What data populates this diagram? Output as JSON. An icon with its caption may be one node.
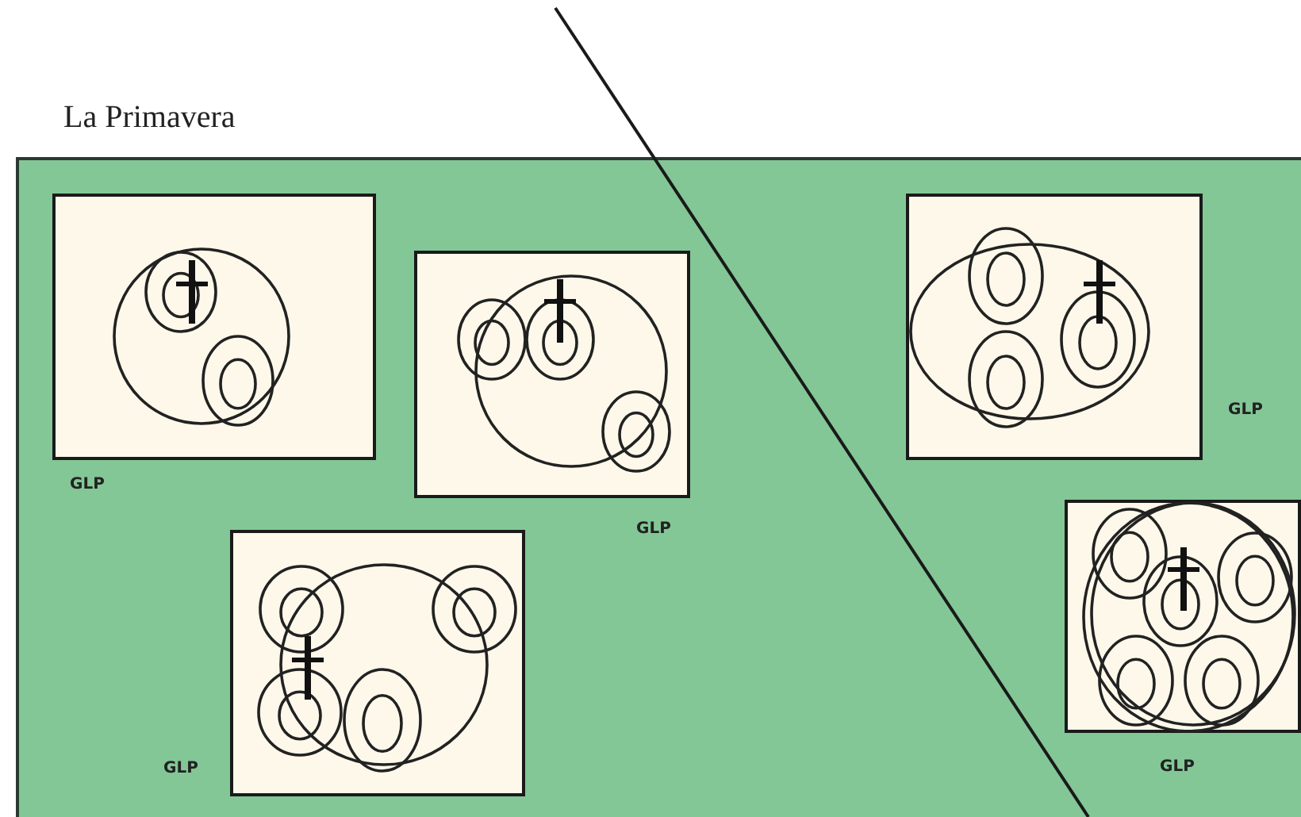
{
  "diagram": {
    "nodes": [
      {
        "text": [
          "La Primavera"
        ]
      },
      {
        "text": [],
        "shape": "picture",
        "in": 0,
        "beside": [
          "GLP"
        ]
      },
      {
        "text": [],
        "shape": "picture",
        "in": 0,
        "beside": [
          "GLP"
        ]
      },
      {
        "text": [],
        "shape": "picture",
        "in": 0,
        "beside": [
          "GLP"
        ]
      },
      {
        "text": [],
        "shape": "picture",
        "in": 0,
        "beside": [
          "GLP"
        ]
      },
      {
        "text": [],
        "shape": "picture",
        "in": 0,
        "beside": [
          "GLP"
        ]
      }
    ]
  }
}
